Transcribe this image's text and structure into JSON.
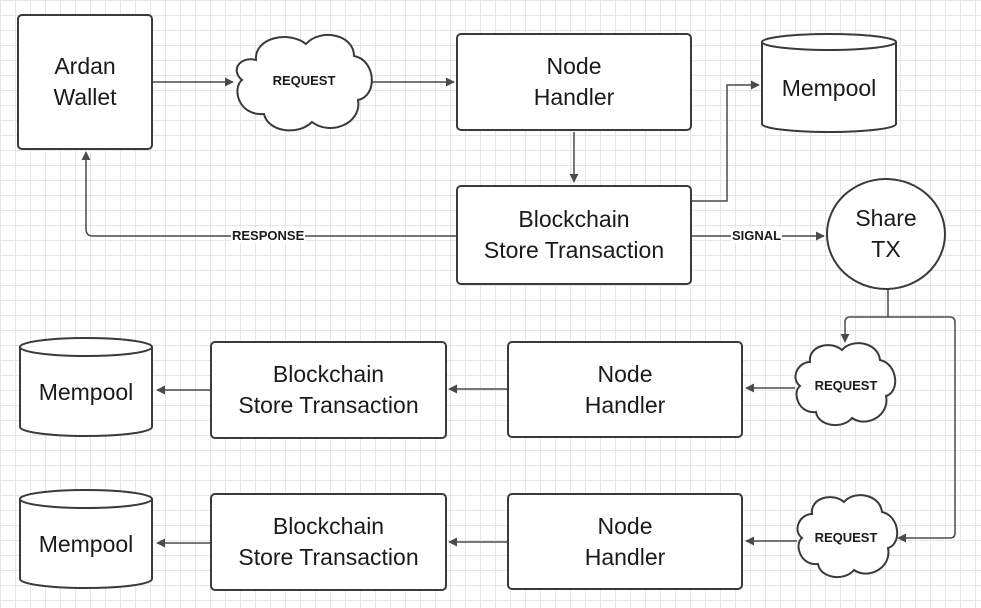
{
  "nodes": {
    "wallet": [
      "Ardan",
      "Wallet"
    ],
    "node_handler_1": [
      "Node",
      "Handler"
    ],
    "blockchain_1": [
      "Blockchain",
      "Store Transaction"
    ],
    "mempool_1": "Mempool",
    "share_tx": [
      "Share",
      "TX"
    ],
    "node_handler_2": [
      "Node",
      "Handler"
    ],
    "blockchain_2": [
      "Blockchain",
      "Store Transaction"
    ],
    "mempool_2": "Mempool",
    "node_handler_3": [
      "Node",
      "Handler"
    ],
    "blockchain_3": [
      "Blockchain",
      "Store Transaction"
    ],
    "mempool_3": "Mempool"
  },
  "clouds": {
    "request_1": "REQUEST",
    "request_2": "REQUEST",
    "request_3": "REQUEST"
  },
  "edges": {
    "response": "RESPONSE",
    "signal": "SIGNAL"
  },
  "colors": {
    "line": "#4a4a4a",
    "stroke": "#3a3a3a",
    "grid": "#e6e6e6",
    "fill": "#ffffff"
  }
}
